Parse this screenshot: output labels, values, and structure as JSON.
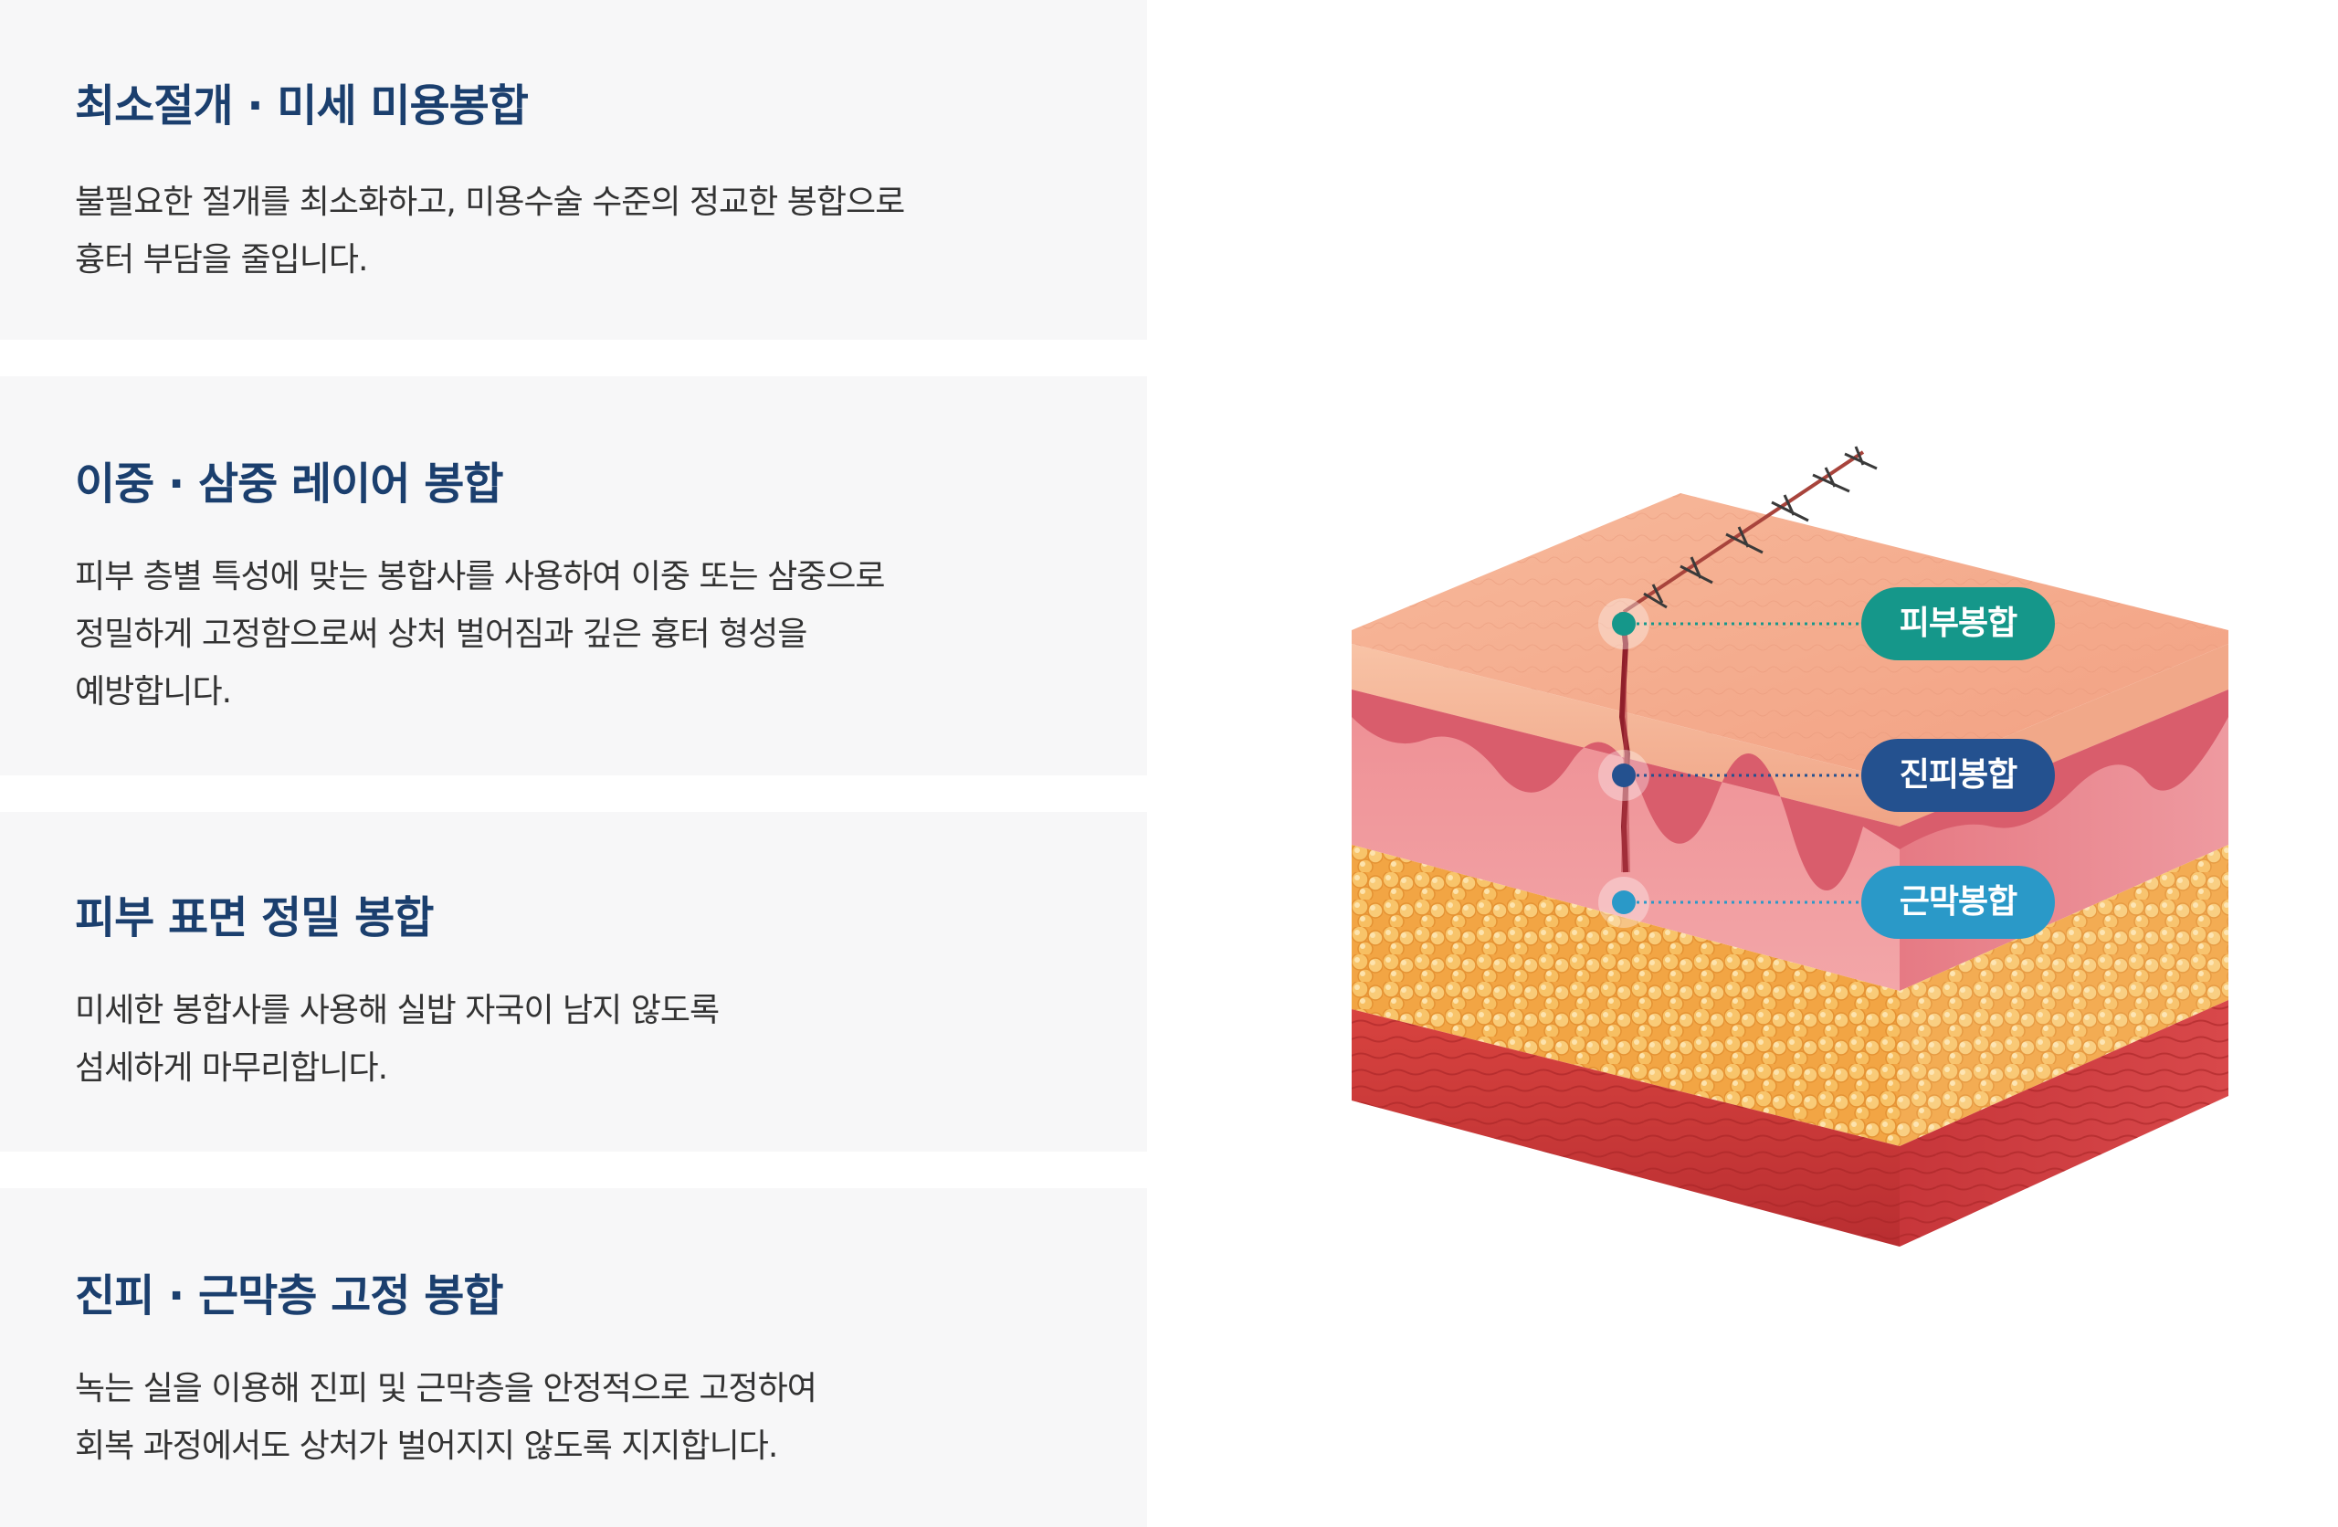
{
  "sections": [
    {
      "title": "최소절개 · 미세 미용봉합",
      "lines": [
        "불필요한 절개를 최소화하고, 미용수술 수준의 정교한 봉합으로",
        "흉터 부담을 줄입니다."
      ]
    },
    {
      "title": "이중 · 삼중 레이어 봉합",
      "lines": [
        "피부 층별 특성에 맞는 봉합사를 사용하여 이중 또는 삼중으로",
        "정밀하게 고정함으로써 상처 벌어짐과 깊은 흉터 형성을",
        "예방합니다."
      ]
    },
    {
      "title": "피부 표면 정밀 봉합",
      "lines": [
        "미세한 봉합사를 사용해 실밥 자국이 남지 않도록",
        "섬세하게 마무리합니다."
      ]
    },
    {
      "title": "진피 · 근막층 고정 봉합",
      "lines": [
        "녹는 실을 이용해 진피 및 근막층을 안정적으로 고정하여",
        "회복 과정에서도 상처가 벌어지지 않도록 지지합니다."
      ]
    }
  ],
  "labels": {
    "skin": "피부봉합",
    "dermis": "진피봉합",
    "fascia": "근막봉합"
  },
  "colors": {
    "title": "#1b3f6e",
    "body_text": "#333333",
    "card_bg": "#f7f7f8",
    "skin_label": "#15978a",
    "dermis_label": "#24518f",
    "fascia_label": "#2a99c8"
  }
}
